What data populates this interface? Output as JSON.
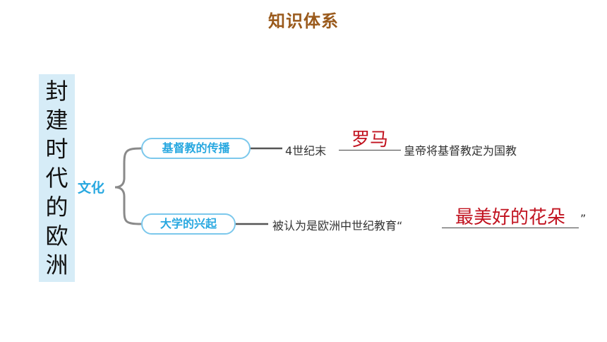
{
  "title": "知识体系",
  "side_title": [
    "封",
    "建",
    "时",
    "代",
    "的",
    "欧",
    "洲"
  ],
  "branch": "文化",
  "topics": [
    {
      "label": "基督教的传播",
      "prefix": "4世纪末",
      "answer": "罗马",
      "suffix": "皇帝将基督教定为国教"
    },
    {
      "label": "大学的兴起",
      "prefix": "被认为是欧洲中世纪教育“",
      "answer": "最美好的花朵",
      "suffix": "”"
    }
  ],
  "colors": {
    "title": "#9a5a1c",
    "accent": "#28a8e0",
    "answer": "#c1121f",
    "side_bg": "#d6ecf7"
  }
}
